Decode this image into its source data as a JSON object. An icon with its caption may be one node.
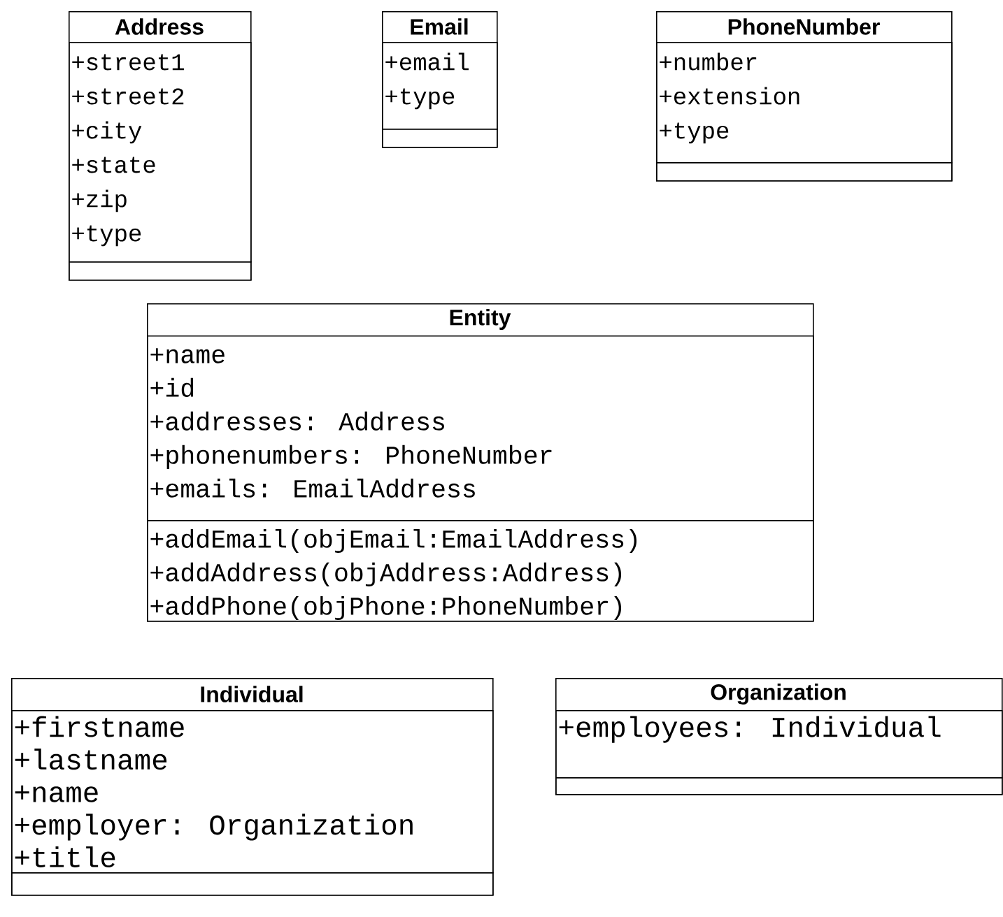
{
  "diagram": {
    "nodes": [
      {
        "text": [
          "Address"
        ]
      },
      {
        "text": [
          "+street1",
          "+street2",
          "+city",
          "+state",
          "+zip",
          "+type"
        ],
        "in": 0
      },
      {
        "text": [],
        "shape": "box",
        "in": 0
      },
      {
        "text": [
          "Email"
        ]
      },
      {
        "text": [
          "+email",
          "+type"
        ],
        "in": 3
      },
      {
        "text": [],
        "shape": "box",
        "in": 3
      },
      {
        "text": [
          "PhoneNumber"
        ]
      },
      {
        "text": [
          "+number",
          "+extension",
          "+type"
        ],
        "in": 6
      },
      {
        "text": [],
        "shape": "box",
        "in": 6
      },
      {
        "text": [
          "Entity"
        ]
      },
      {
        "text": [
          "+name",
          "+id",
          "+addresses: Address",
          "+phonenumbers: PhoneNumber",
          "+emails: EmailAddress"
        ],
        "in": 9
      },
      {
        "text": [
          "+addEmail(objEmail:EmailAddress)",
          "+addAddress(objAddress:Address)",
          "+addPhone(objPhone:PhoneNumber)"
        ],
        "in": 9
      },
      {
        "text": [
          "Individual"
        ]
      },
      {
        "text": [
          "+firstname",
          "+lastname",
          "+name",
          "+employer: Organization",
          "+title"
        ],
        "in": 12
      },
      {
        "text": [],
        "shape": "box",
        "in": 12
      },
      {
        "text": [
          "Organization"
        ]
      },
      {
        "text": [
          "+employees: Individual"
        ],
        "in": 15
      },
      {
        "text": [],
        "shape": "box",
        "in": 15
      }
    ]
  }
}
